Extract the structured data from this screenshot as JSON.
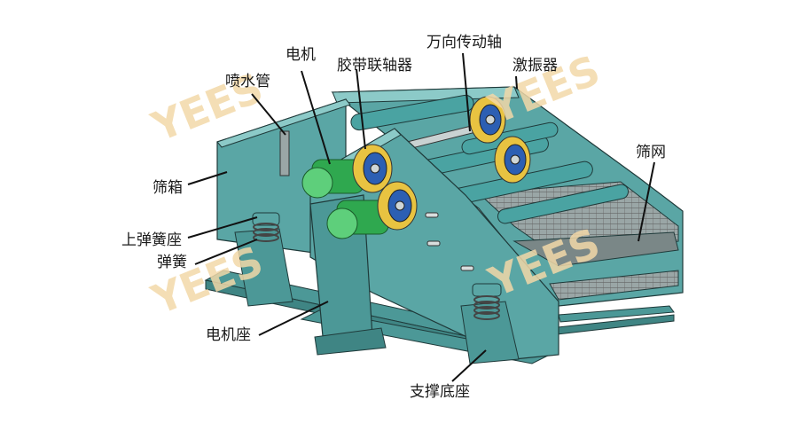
{
  "labels": {
    "motor": "电机",
    "spray_pipe": "喷水管",
    "rubber_coupling": "胶带联轴器",
    "universal_shaft": "万向传动轴",
    "exciter": "激振器",
    "screen_box": "筛箱",
    "screen_mesh": "筛网",
    "upper_spring_seat": "上弹簧座",
    "spring": "弹簧",
    "motor_base": "电机座",
    "support_base": "支撑底座"
  },
  "watermark": "YEES",
  "colors": {
    "machine_body": "#5aa6a5",
    "machine_dark": "#3f8584",
    "machine_light": "#8ccac8",
    "outline": "#1f3a3a",
    "motor_green": "#2fa84f",
    "motor_blue": "#2c5fb3",
    "coupling_yellow": "#e8c341",
    "watermark": "#f3d9a8",
    "leader": "#111111"
  }
}
